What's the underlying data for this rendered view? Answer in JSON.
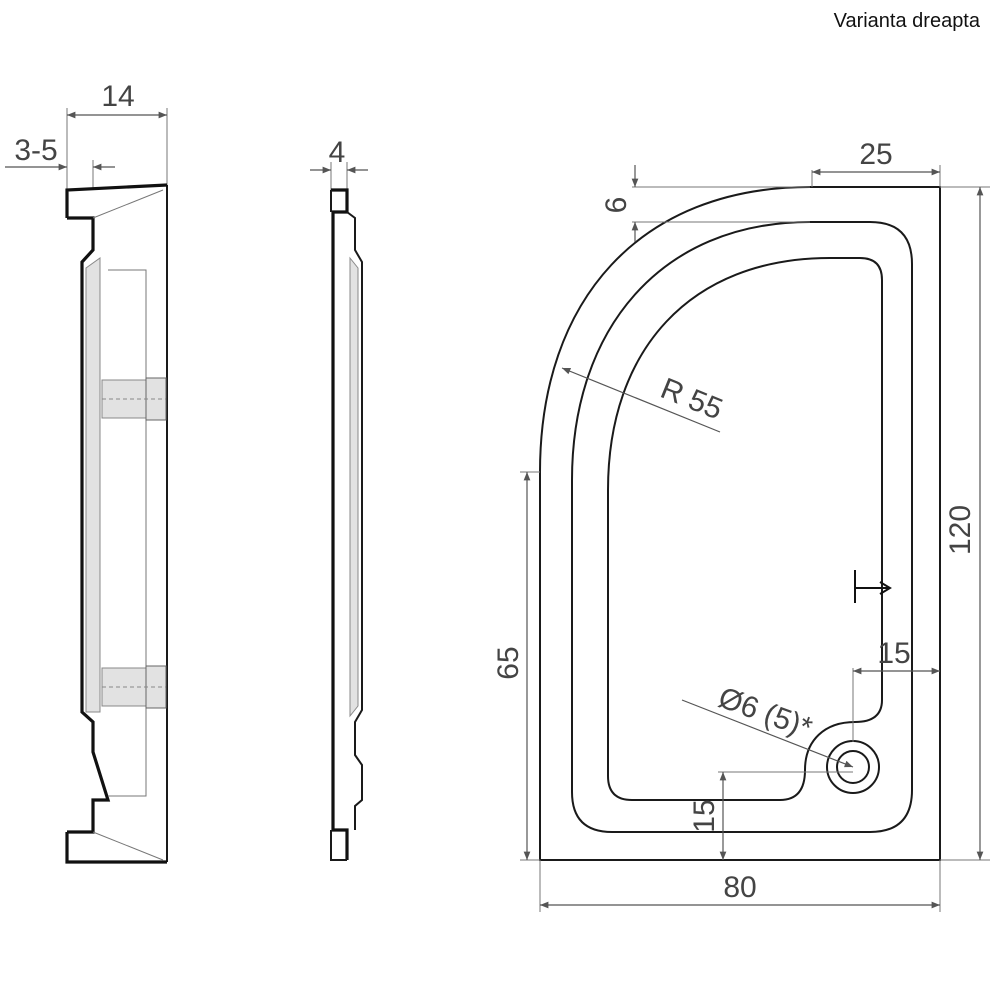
{
  "header": {
    "variant_label": "Varianta dreapta"
  },
  "side_view_left": {
    "width_label": "14",
    "rim_label": "3-5"
  },
  "side_view_middle": {
    "thickness_label": "4"
  },
  "top_view": {
    "top_offset_label": "25",
    "rim_label": "6",
    "radius_label": "R 55",
    "height_label": "120",
    "straight_side_label": "65",
    "drain_offset_x_label": "15",
    "drain_label": "Ø6 (5)*",
    "drain_offset_y_label": "15",
    "width_label": "80"
  },
  "colors": {
    "line": "#1a1a1a",
    "dimension": "#555555",
    "fill_light": "#e2e2e2",
    "text": "#444444"
  }
}
